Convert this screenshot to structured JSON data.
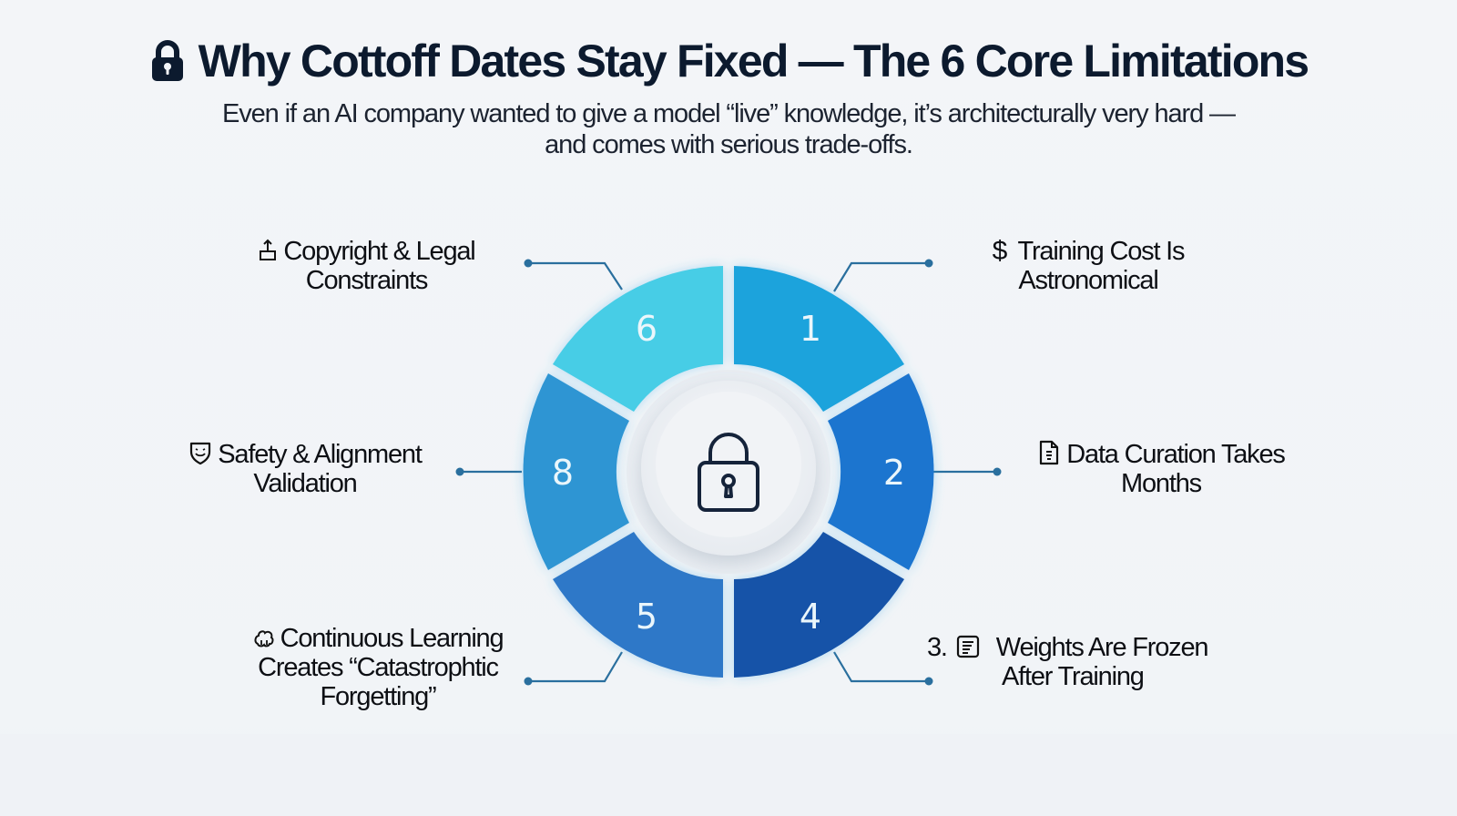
{
  "header": {
    "title": "Why Cottoff Dates Stay Fixed — The 6 Core Limitations",
    "title_icon": "lock-icon",
    "subtitle_line1": "Even if an AI company wanted to give a model “live” knowledge, it’s architecturally very hard —",
    "subtitle_line2": "and comes with serious trade-offs."
  },
  "center": {
    "icon": "padlock-icon"
  },
  "segments": [
    {
      "number": "1",
      "color": "#1ea3dc"
    },
    {
      "number": "2",
      "color": "#1f74cf"
    },
    {
      "number": "4",
      "color": "#1353a8"
    },
    {
      "number": "5",
      "color": "#2f78c8"
    },
    {
      "number": "8",
      "color": "#2e95d3"
    },
    {
      "number": "6",
      "color": "#46cde6"
    }
  ],
  "limitations": [
    {
      "id": "training-cost",
      "prefix": "",
      "icon": "dollar-icon",
      "icon_glyph": "$",
      "line1": "Training Cost Is",
      "line2": "Astronomical",
      "segment": "1"
    },
    {
      "id": "data-curation",
      "prefix": "",
      "icon": "document-icon",
      "line1": "Data Curation Takes",
      "line2": "Months",
      "segment": "2"
    },
    {
      "id": "weights-frozen",
      "prefix": "3.",
      "icon": "list-document-icon",
      "line1": "Weights Are Frozen",
      "line2": "After Training",
      "segment": "4"
    },
    {
      "id": "continuous-learning",
      "prefix": "",
      "icon": "brain-icon",
      "line1": "Continuous Learning",
      "line2": "Creates “Catastrophtic",
      "line3": "Forgetting”",
      "segment": "5"
    },
    {
      "id": "safety-alignment",
      "prefix": "",
      "icon": "shield-icon",
      "line1": "Safety & Alignment",
      "line2": "Validation",
      "segment": "8"
    },
    {
      "id": "copyright-legal",
      "prefix": "",
      "icon": "upload-box-icon",
      "line1": "Copyright & Legal",
      "line2": "Constraints",
      "segment": "6"
    }
  ],
  "colors": {
    "title": "#0c1a2e",
    "connector": "#2a6f9e",
    "background": "#f3f5f8"
  }
}
